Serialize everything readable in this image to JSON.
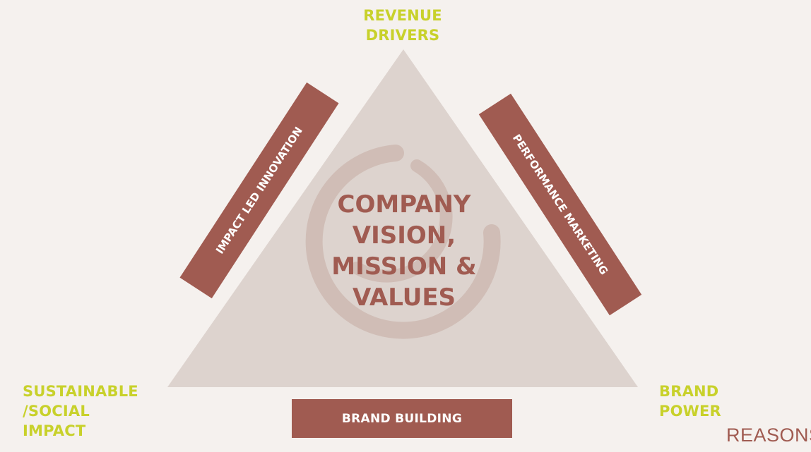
{
  "colors": {
    "background": "#f5f1ee",
    "triangle_fill": "#ddd3ce",
    "bar_fill": "#a05b51",
    "accent_text": "#c8d12b",
    "center_text": "#a05b51",
    "watermark": "#c6aca3"
  },
  "corners": {
    "top": [
      "REVENUE",
      "DRIVERS"
    ],
    "left": [
      "SUSTAINABLE",
      "/SOCIAL",
      "IMPACT"
    ],
    "right": [
      "BRAND",
      "POWER"
    ]
  },
  "sides": {
    "left": "IMPACT LED INNOVATION",
    "right": "PERFORMANCE MARKETING",
    "bottom": "BRAND BUILDING"
  },
  "center": [
    "COMPANY",
    "VISION,",
    "MISSION &",
    "VALUES"
  ],
  "logo": {
    "text": "REASONS",
    "icon": "swirl-icon"
  }
}
